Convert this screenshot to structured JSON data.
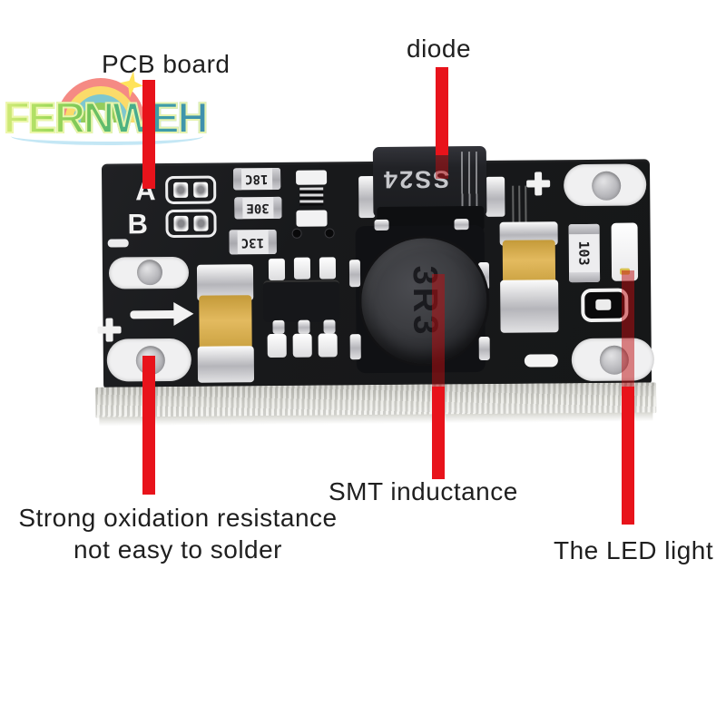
{
  "logo": {
    "brand": "FERNWEH"
  },
  "annotations": {
    "pcb_board": "PCB board",
    "diode": "diode",
    "smt_inductance": "SMT inductance",
    "oxidation_line1": "Strong oxidation resistance",
    "oxidation_line2": "not easy to solder",
    "led": "The LED light"
  },
  "board_markings": {
    "pad_a": "A",
    "pad_b": "B",
    "resistor_1": "18C",
    "resistor_2": "30E",
    "resistor_3": "13C",
    "diode_marking": "SS24",
    "inductor_marking": "3R3",
    "resistor_vertical": "103",
    "plus_top_right": "+",
    "plus_left": "+"
  },
  "colors": {
    "annotation_red": "#e8131b",
    "board_black": "#1a1b1d",
    "capacitor_yellow": "#d9a93f",
    "logo_green": "#8ed04e",
    "logo_teal": "#2f86a8"
  }
}
